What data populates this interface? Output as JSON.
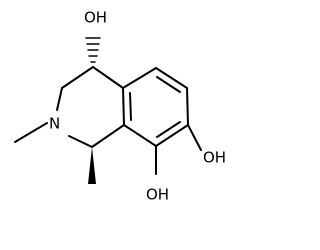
{
  "diagram": {
    "atom_labels": {
      "oh_top": "OH",
      "n_ring": "N",
      "oh_right": "OH",
      "oh_bottom": "OH"
    },
    "colors": {
      "bond": "#000000",
      "text": "#000000",
      "background": "#ffffff"
    }
  }
}
